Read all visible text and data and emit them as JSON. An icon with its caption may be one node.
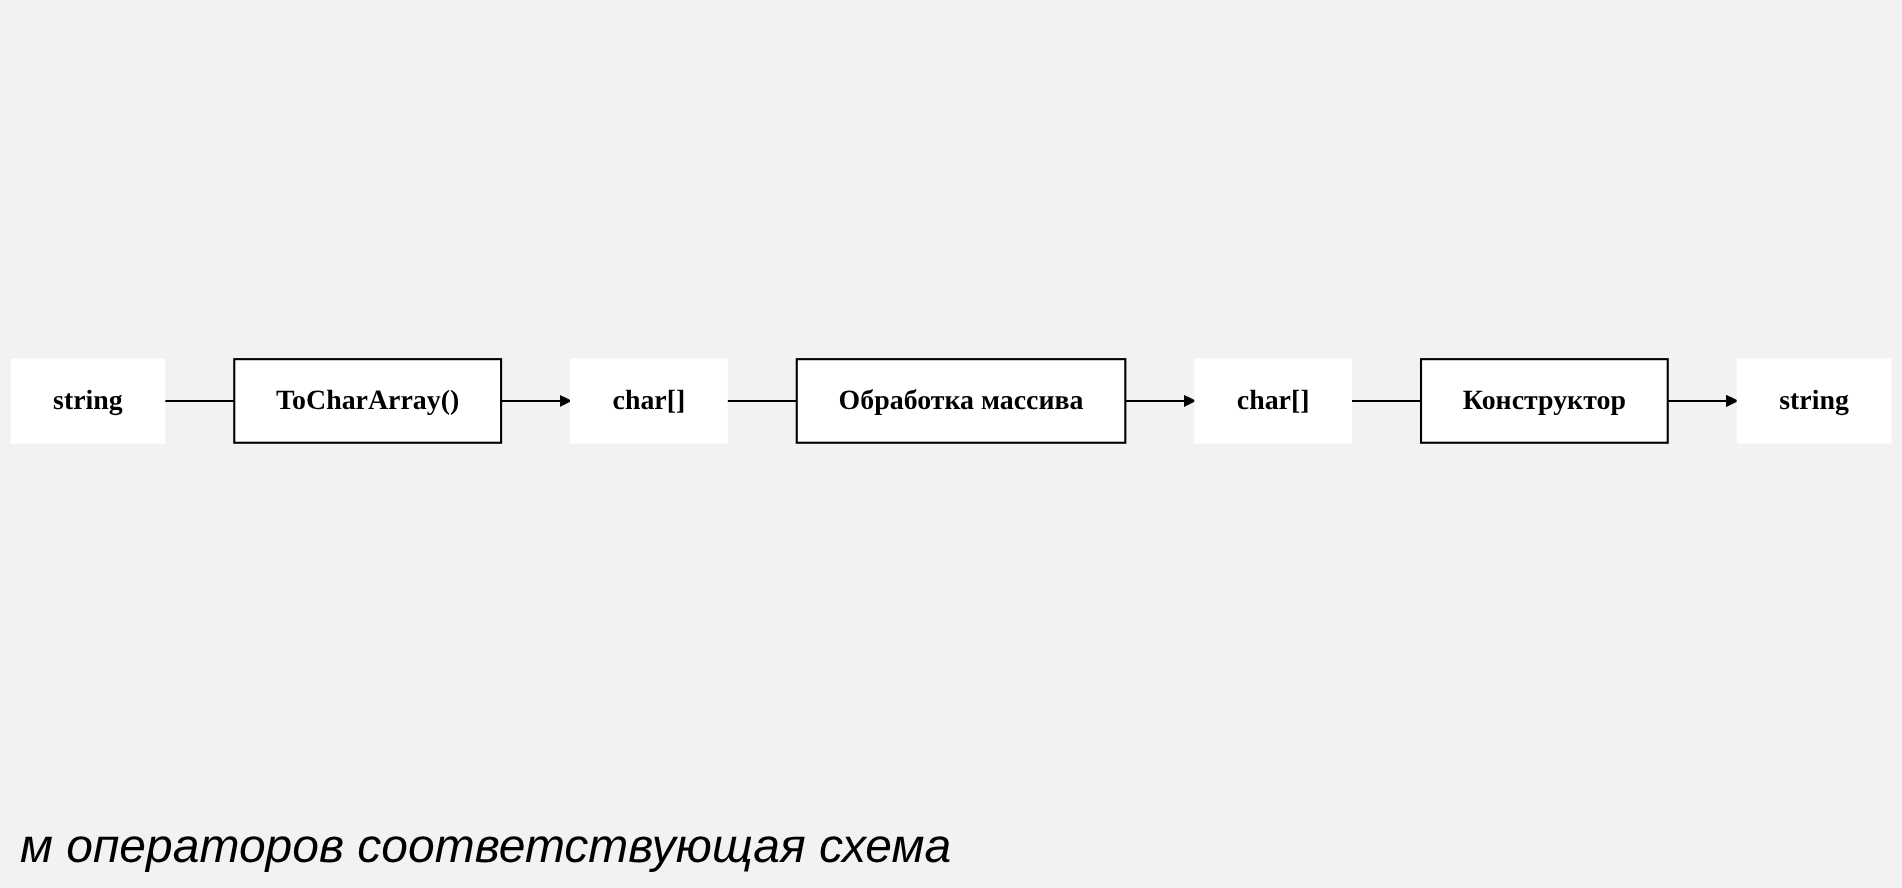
{
  "diagram": {
    "nodes": [
      {
        "text": [
          "string"
        ]
      },
      {
        "text": [
          "ToCharArray()"
        ]
      },
      {
        "text": [
          "char[]"
        ]
      },
      {
        "text": [
          "Обработка массива"
        ]
      },
      {
        "text": [
          "char[]"
        ]
      },
      {
        "text": [
          "Конструктор"
        ]
      },
      {
        "text": [
          "string"
        ]
      }
    ],
    "edges": [
      {
        "from": 0,
        "to": 1,
        "arrow": "none"
      },
      {
        "from": 1,
        "to": 2,
        "arrow": "to"
      },
      {
        "from": 2,
        "to": 3,
        "arrow": "none"
      },
      {
        "from": 3,
        "to": 4,
        "arrow": "to"
      },
      {
        "from": 4,
        "to": 5,
        "arrow": "none"
      },
      {
        "from": 5,
        "to": 6,
        "arrow": "to"
      }
    ],
    "labels": [
      "м операторов соответствующая схема"
    ]
  }
}
